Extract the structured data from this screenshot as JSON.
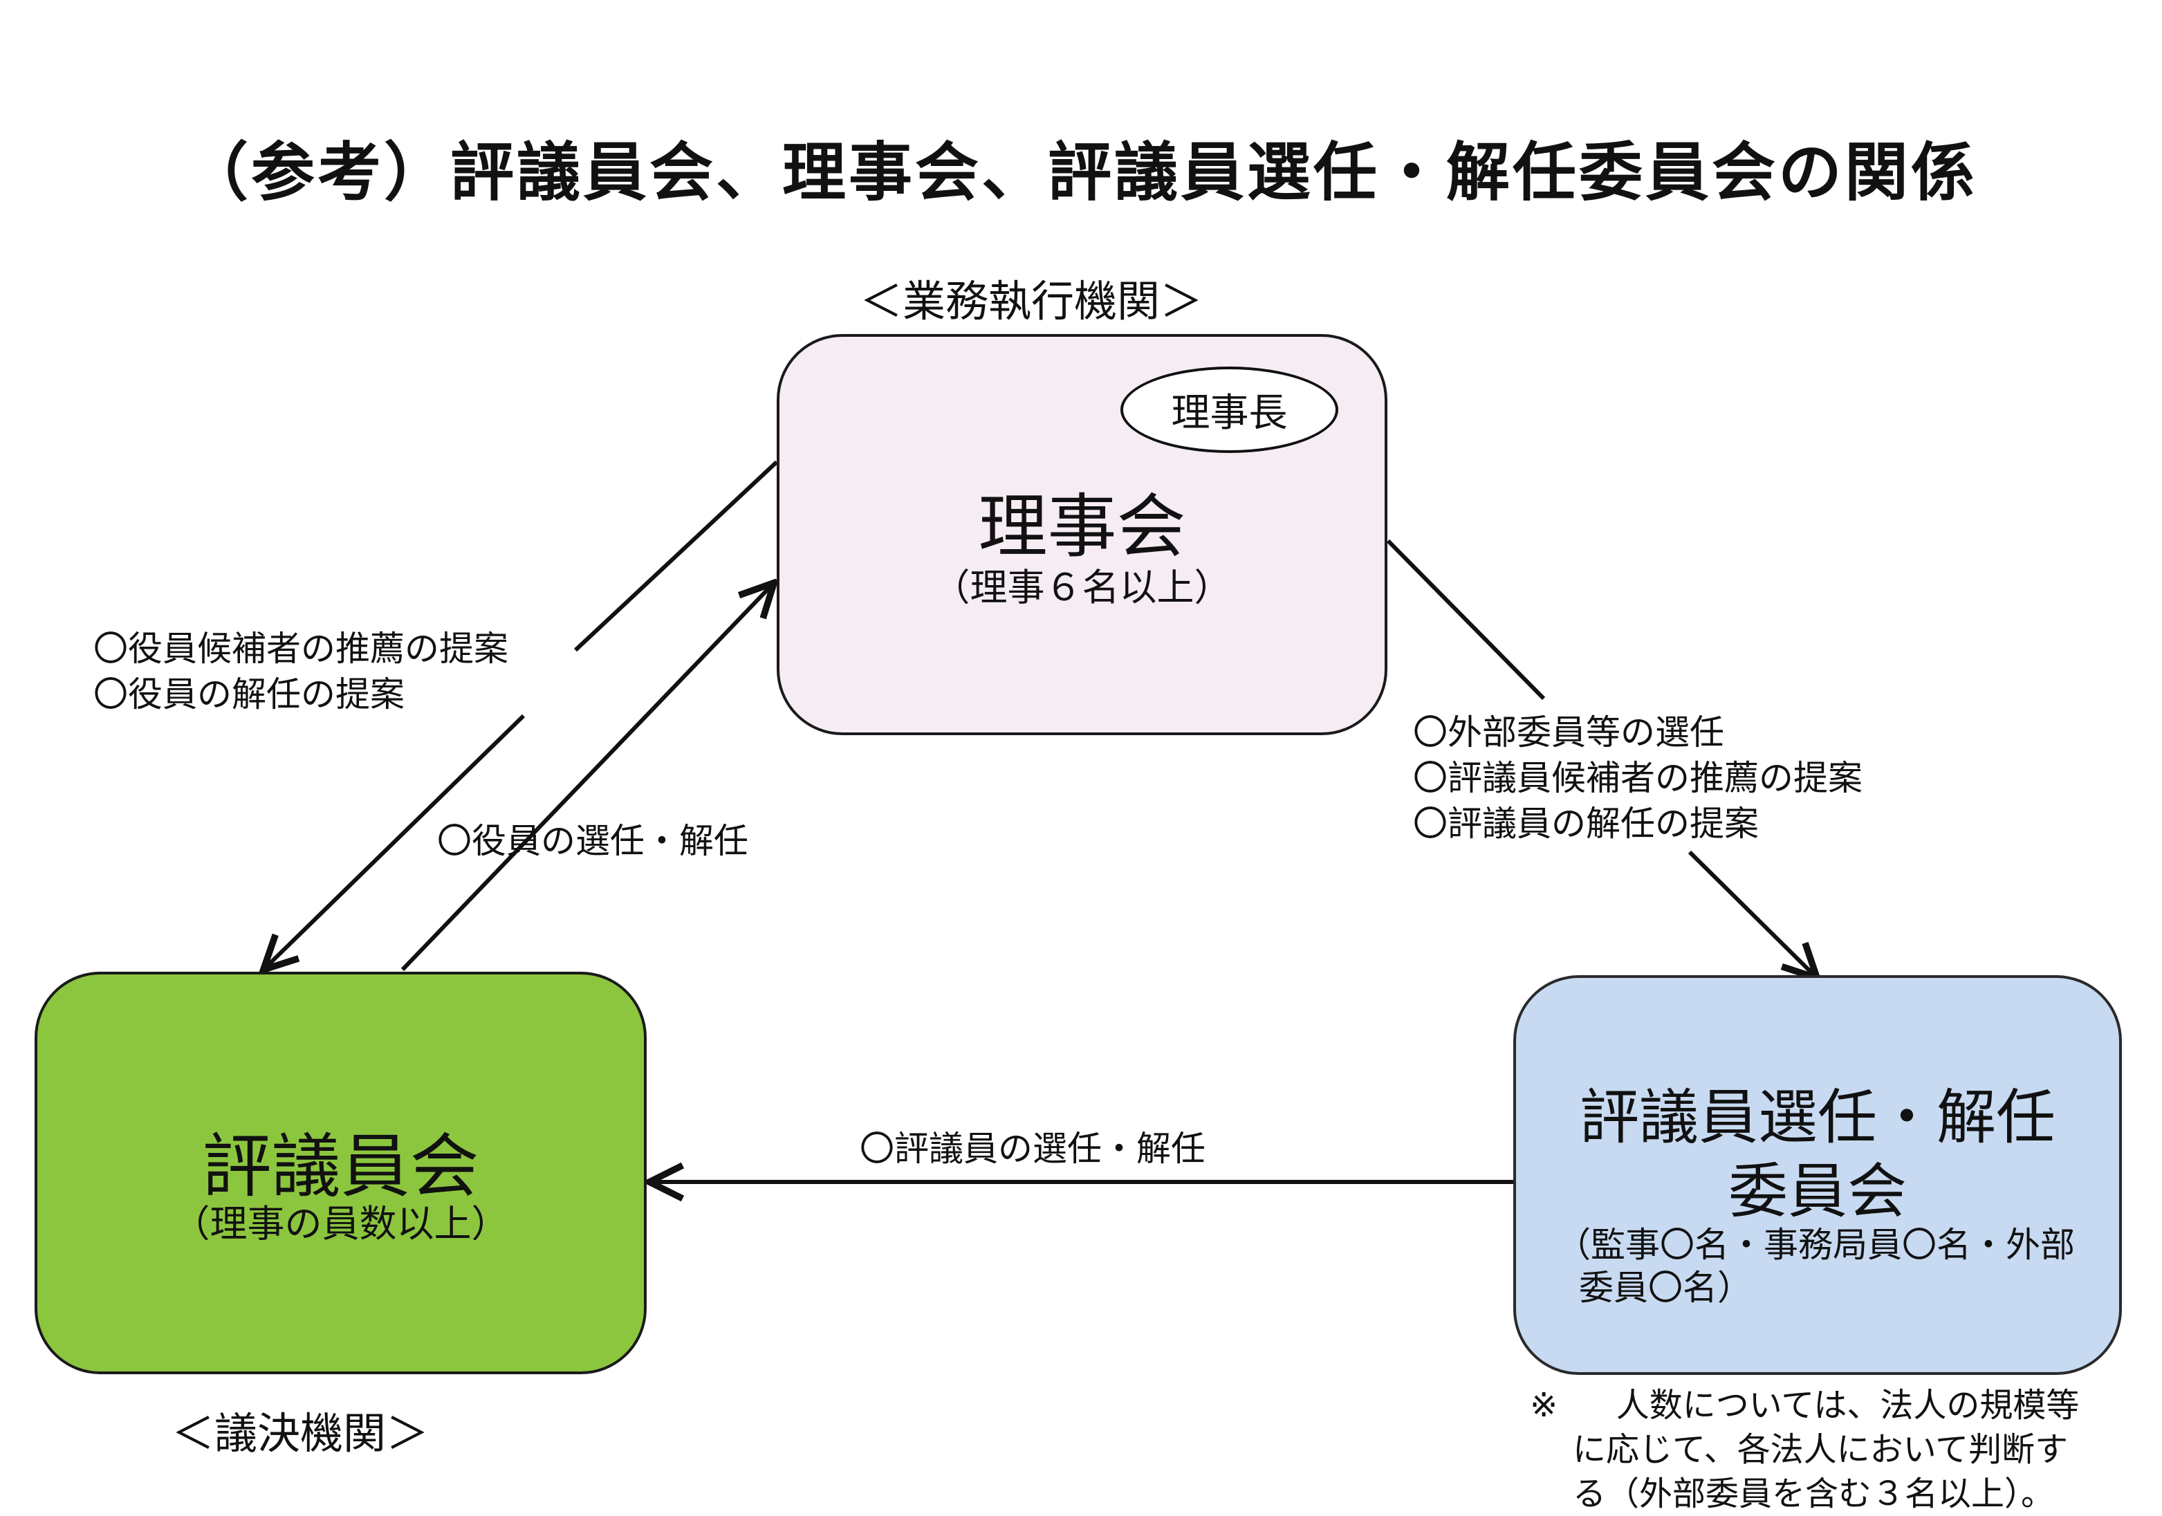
{
  "title": "（参考）評議員会、理事会、評議員選任・解任委員会の関係",
  "board": {
    "section_label": "＜業務執行機関＞",
    "chair_label": "理事長",
    "name": "理事会",
    "detail": "（理事６名以上）",
    "color": "#f5ecf4"
  },
  "council": {
    "section_label": "＜議決機関＞",
    "name": "評議員会",
    "detail": "（理事の員数以上）",
    "color": "#8cc63f"
  },
  "committee": {
    "name_line1": "評議員選任・解任",
    "name_line2": "委員会",
    "detail_line1": "（監事〇名・事務局員〇名・外部",
    "detail_line2": "委員〇名）",
    "color": "#c7daf1"
  },
  "relations": {
    "board_to_council": [
      "〇役員候補者の推薦の提案",
      "〇役員の解任の提案"
    ],
    "council_to_board": "〇役員の選任・解任",
    "board_to_committee": [
      "〇外部委員等の選任",
      "〇評議員候補者の推薦の提案",
      "〇評議員の解任の提案"
    ],
    "committee_to_council": "〇評議員の選任・解任"
  },
  "note": {
    "mark": "※",
    "line1": "人数については、法人の規模等",
    "line2": "に応じて、各法人において判断す",
    "line3": "る（外部委員を含む３名以上）。"
  }
}
